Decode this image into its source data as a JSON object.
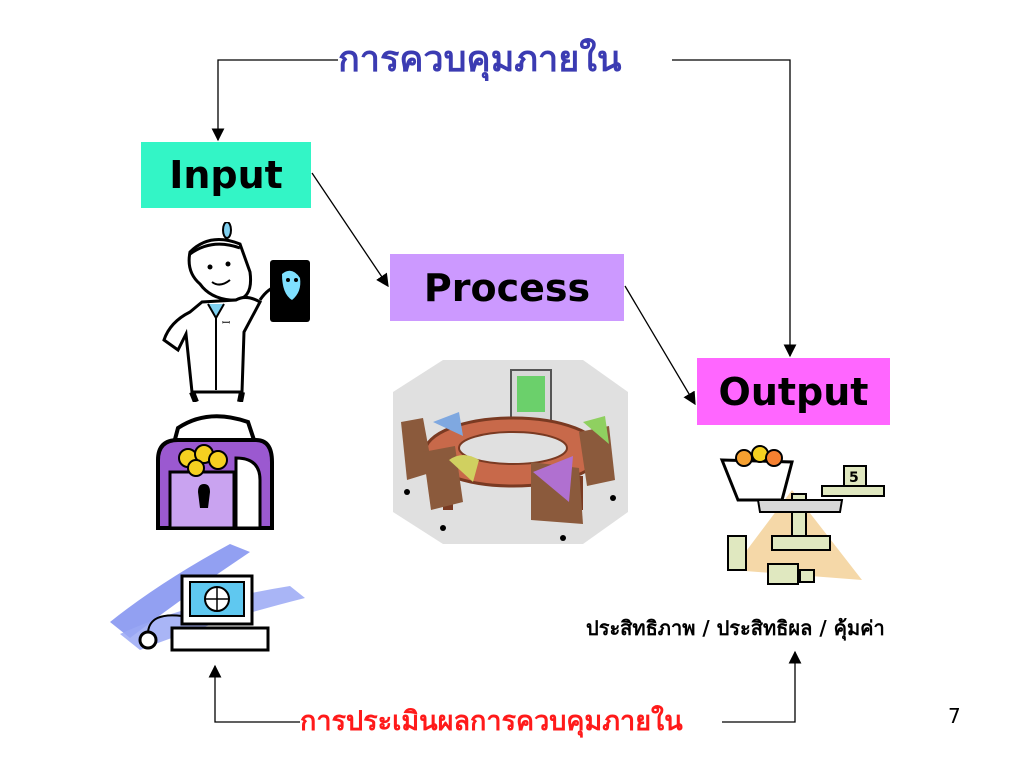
{
  "title": "การควบคุมภายใน",
  "boxes": {
    "input": "Input",
    "process": "Process",
    "output": "Output"
  },
  "result_text": "ประสิทธิภาพ / ประสิทธิผล / คุ้มค่า",
  "evaluation_text": "การประเมินผลการควบคุมภายใน",
  "page_number": "7",
  "colors": {
    "title": "#3b3bb2",
    "input_box": "#33f5c6",
    "process_box": "#cc99ff",
    "output_box": "#ff66ff",
    "evaluation": "#ff1a1a"
  },
  "icons": [
    "doctor-with-xray-icon",
    "treasure-chest-icon",
    "computer-icon",
    "meeting-room-icon",
    "scale-icon"
  ]
}
